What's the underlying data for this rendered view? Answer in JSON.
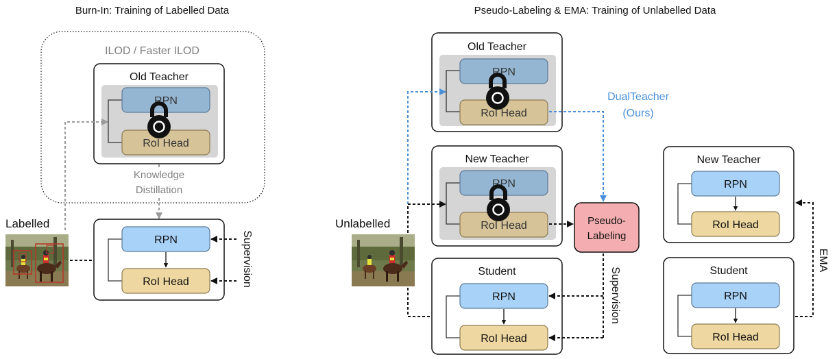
{
  "titles": {
    "left": "Burn-In: Training of Labelled Data",
    "right": "Pseudo-Labeling & EMA: Training of Unlabelled Data"
  },
  "ilod_label": "ILOD / Faster ILOD",
  "kd_label": [
    "Knowledge",
    "Distillation"
  ],
  "boxes": {
    "old_teacher": "Old Teacher",
    "new_teacher": "New Teacher",
    "student": "Student"
  },
  "modules": {
    "rpn": "RPN",
    "roi": "RoI Head"
  },
  "labelled": "Labelled",
  "unlabelled": "Unlabelled",
  "supervision": "Supervision",
  "pseudo": [
    "Pseudo-",
    "Labeling"
  ],
  "dualteacher": [
    "DualTeacher",
    "(Ours)"
  ],
  "ema": "EMA",
  "colors": {
    "rpn_fill": "#a8d2f8",
    "rpn_fill_frozen": "#94b6d2",
    "roi_fill": "#eed7a0",
    "roi_fill_frozen": "#d6c398",
    "frozen_bg": "#d5d5d5",
    "pseudo_fill": "#f4aeb1",
    "dualteacher_text": "#4a90d9",
    "gray_text": "#7f7f7f"
  }
}
